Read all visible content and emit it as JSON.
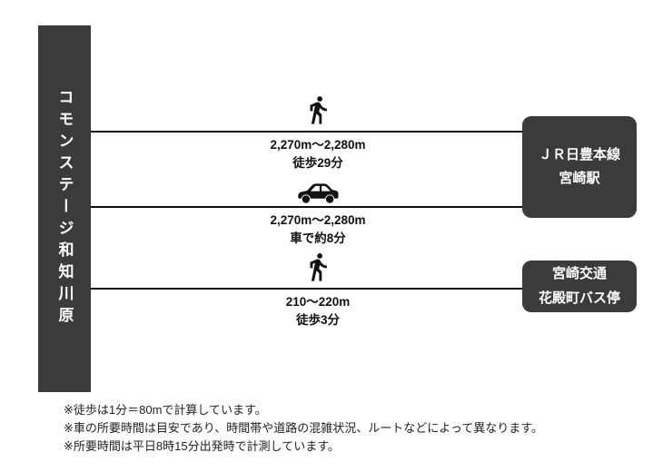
{
  "origin": {
    "label": "コモンステージ和知川原"
  },
  "routes": [
    {
      "icon": "walk-icon",
      "distance": "2,270m〜2,280m",
      "duration": "徒歩29分",
      "destination": "ＪＲ日豊本線 宮崎駅"
    },
    {
      "icon": "car-icon",
      "distance": "2,270m〜2,280m",
      "duration": "車で約8分",
      "destination": "ＪＲ日豊本線 宮崎駅"
    },
    {
      "icon": "walk-icon",
      "distance": "210〜220m",
      "duration": "徒歩3分",
      "destination": "宮崎交通 花殿町バス停"
    }
  ],
  "destinations": [
    {
      "line1": "ＪＲ日豊本線",
      "line2": "宮崎駅"
    },
    {
      "line1": "宮崎交通",
      "line2": "花殿町バス停"
    }
  ],
  "notes": [
    "※徒歩は1分＝80mで計算しています。",
    "※車の所要時間は目安であり、時間帯や道路の混雑状況、ルートなどによって異なります。",
    "※所要時間は平日8時15分出発時で計測しています。"
  ],
  "colors": {
    "box": "#3b3b3b",
    "line": "#111111",
    "text": "#111111",
    "background": "#ffffff"
  }
}
